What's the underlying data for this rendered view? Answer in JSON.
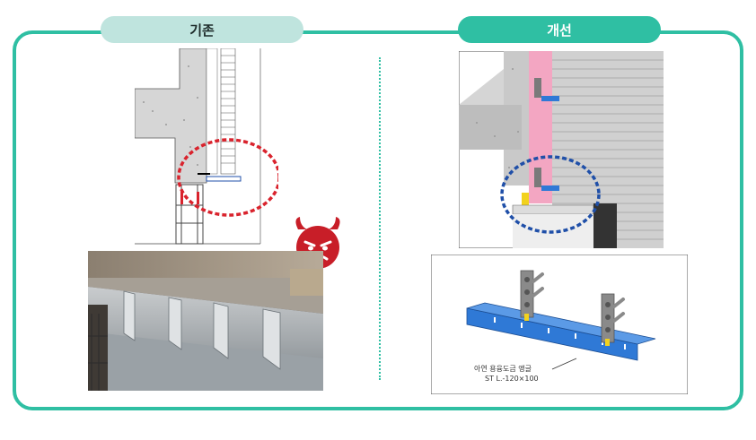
{
  "labels": {
    "before": "기존",
    "after": "개선"
  },
  "bracket_caption": {
    "line1": "아연 용융도금 앵글",
    "line2": "ST L.-120×100"
  },
  "colors": {
    "frame": "#2fbfa3",
    "pill_before_bg": "#bfe4de",
    "pill_after_bg": "#2fbfa3",
    "highlight_red": "#d9232d",
    "highlight_blue": "#1f4fa8"
  }
}
